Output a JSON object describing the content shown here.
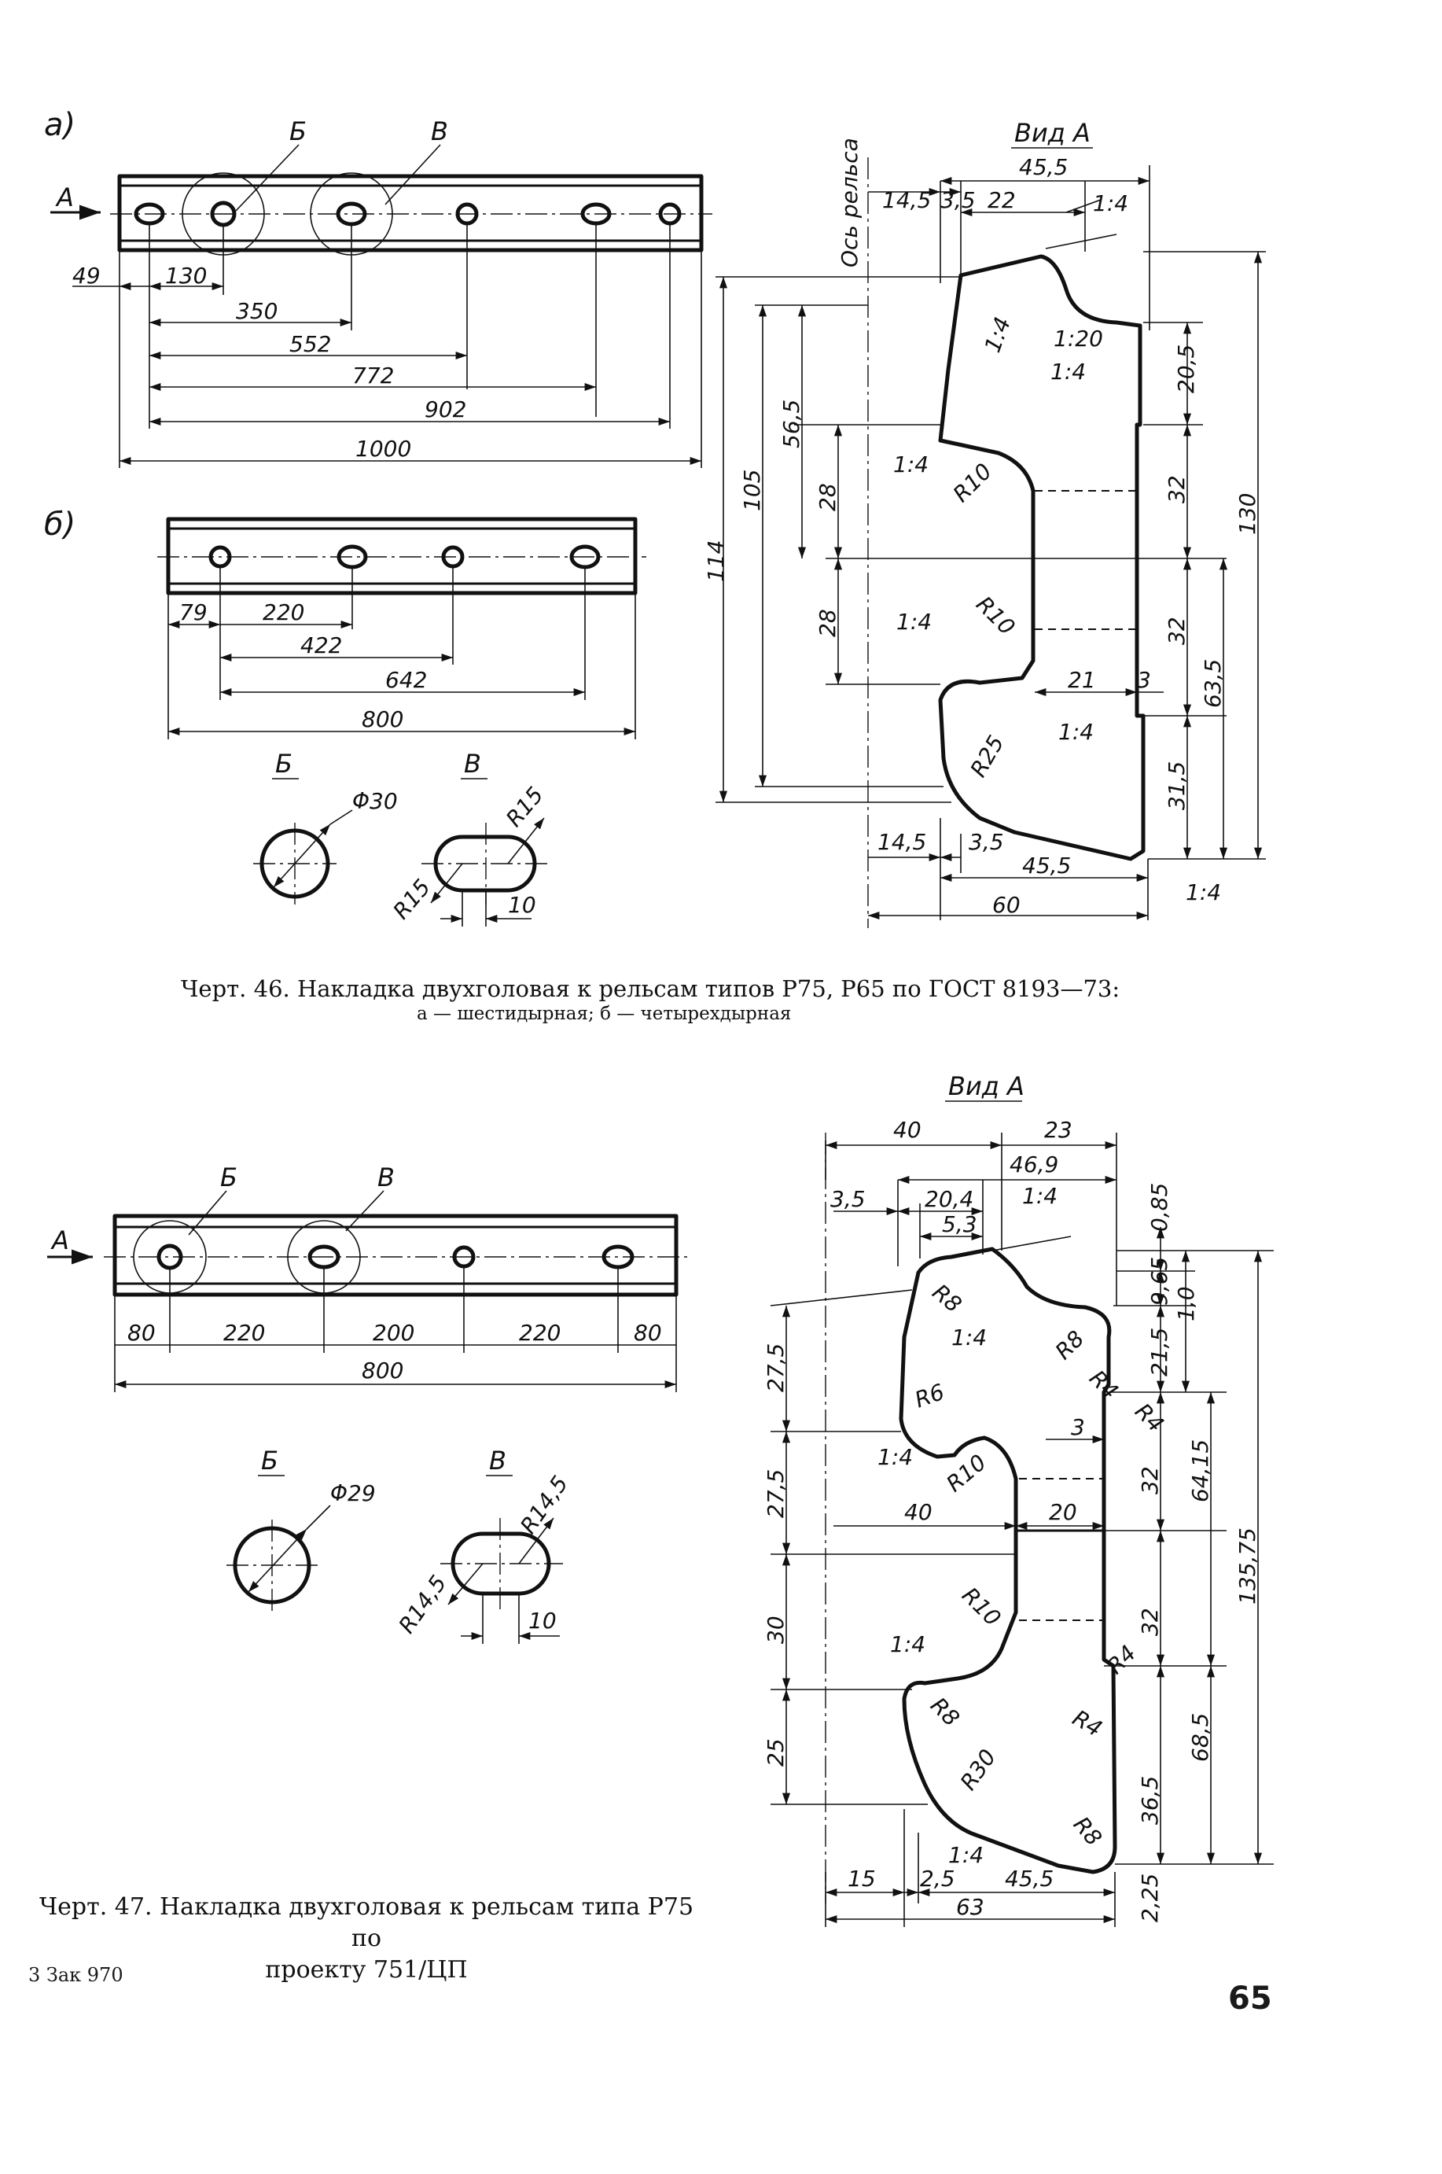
{
  "fig46": {
    "caption": "Черт. 46. Накладка двухголовая к рельсам типов Р75, Р65 по ГОСТ 8193—73:",
    "subcaption": "а — шестидырная; б — четырехдырная",
    "label_a": "а)",
    "label_b": "б)",
    "arrow_a": "А",
    "mark_B": "Б",
    "mark_V": "В",
    "view_title": "Вид А",
    "rail_axis": "Ось рельса",
    "a_dims": [
      "49",
      "130",
      "350",
      "552",
      "772",
      "902",
      "1000"
    ],
    "b_dims": [
      "79",
      "220",
      "422",
      "642",
      "800"
    ],
    "hole_B_dim": "Φ30",
    "hole_V_r1": "R15",
    "hole_V_r2": "R15",
    "hole_V_w": "10",
    "profile": {
      "top_dims": [
        "14,5",
        "3,5",
        "22",
        "45,5"
      ],
      "bottom_dims": [
        "14,5",
        "3,5",
        "45,5",
        "60"
      ],
      "left_dims": [
        "114",
        "105",
        "56,5",
        "28",
        "28"
      ],
      "right_dims": [
        "20,5",
        "32",
        "32",
        "31,5",
        "63,5",
        "130"
      ],
      "inner_dims": [
        "21",
        "3"
      ],
      "radii": [
        "R10",
        "R10",
        "R25"
      ],
      "slopes": [
        "1:4",
        "1:4",
        "1:20",
        "1:4",
        "1:4",
        "1:4",
        "1:4",
        "1:4"
      ]
    }
  },
  "fig47": {
    "caption_line1": "Черт. 47. Накладка двухголовая к рельсам типа Р75 по",
    "caption_line2": "проекту 751/ЦП",
    "arrow_a": "А",
    "mark_B": "Б",
    "mark_V": "В",
    "view_title": "Вид А",
    "plate_dims": [
      "80",
      "220",
      "200",
      "220",
      "80",
      "800"
    ],
    "hole_B_dim": "Φ29",
    "hole_V_r1": "R14,5",
    "hole_V_r2": "R14,5",
    "hole_V_w": "10",
    "profile": {
      "top_dims": [
        "40",
        "23",
        "46,9",
        "3,5",
        "20,4",
        "5,3"
      ],
      "bottom_dims": [
        "15",
        "2,5",
        "45,5",
        "63"
      ],
      "left_dims": [
        "27,5",
        "27,5",
        "30",
        "25"
      ],
      "right_dims": [
        "0,85",
        "9,65",
        "1,0",
        "21,5",
        "64,15",
        "32",
        "32",
        "68,5",
        "36,5",
        "135,75",
        "2,25"
      ],
      "inner_dims": [
        "3",
        "40",
        "20"
      ],
      "radii": [
        "R8",
        "R8",
        "R4",
        "R4",
        "R6",
        "R10",
        "R10",
        "R4",
        "R4",
        "R8",
        "R30",
        "R8"
      ],
      "slopes": [
        "1:4",
        "1:4",
        "1:4",
        "1:4",
        "1:4"
      ]
    }
  },
  "footnote": "3 Зак 970",
  "page_number": "65"
}
